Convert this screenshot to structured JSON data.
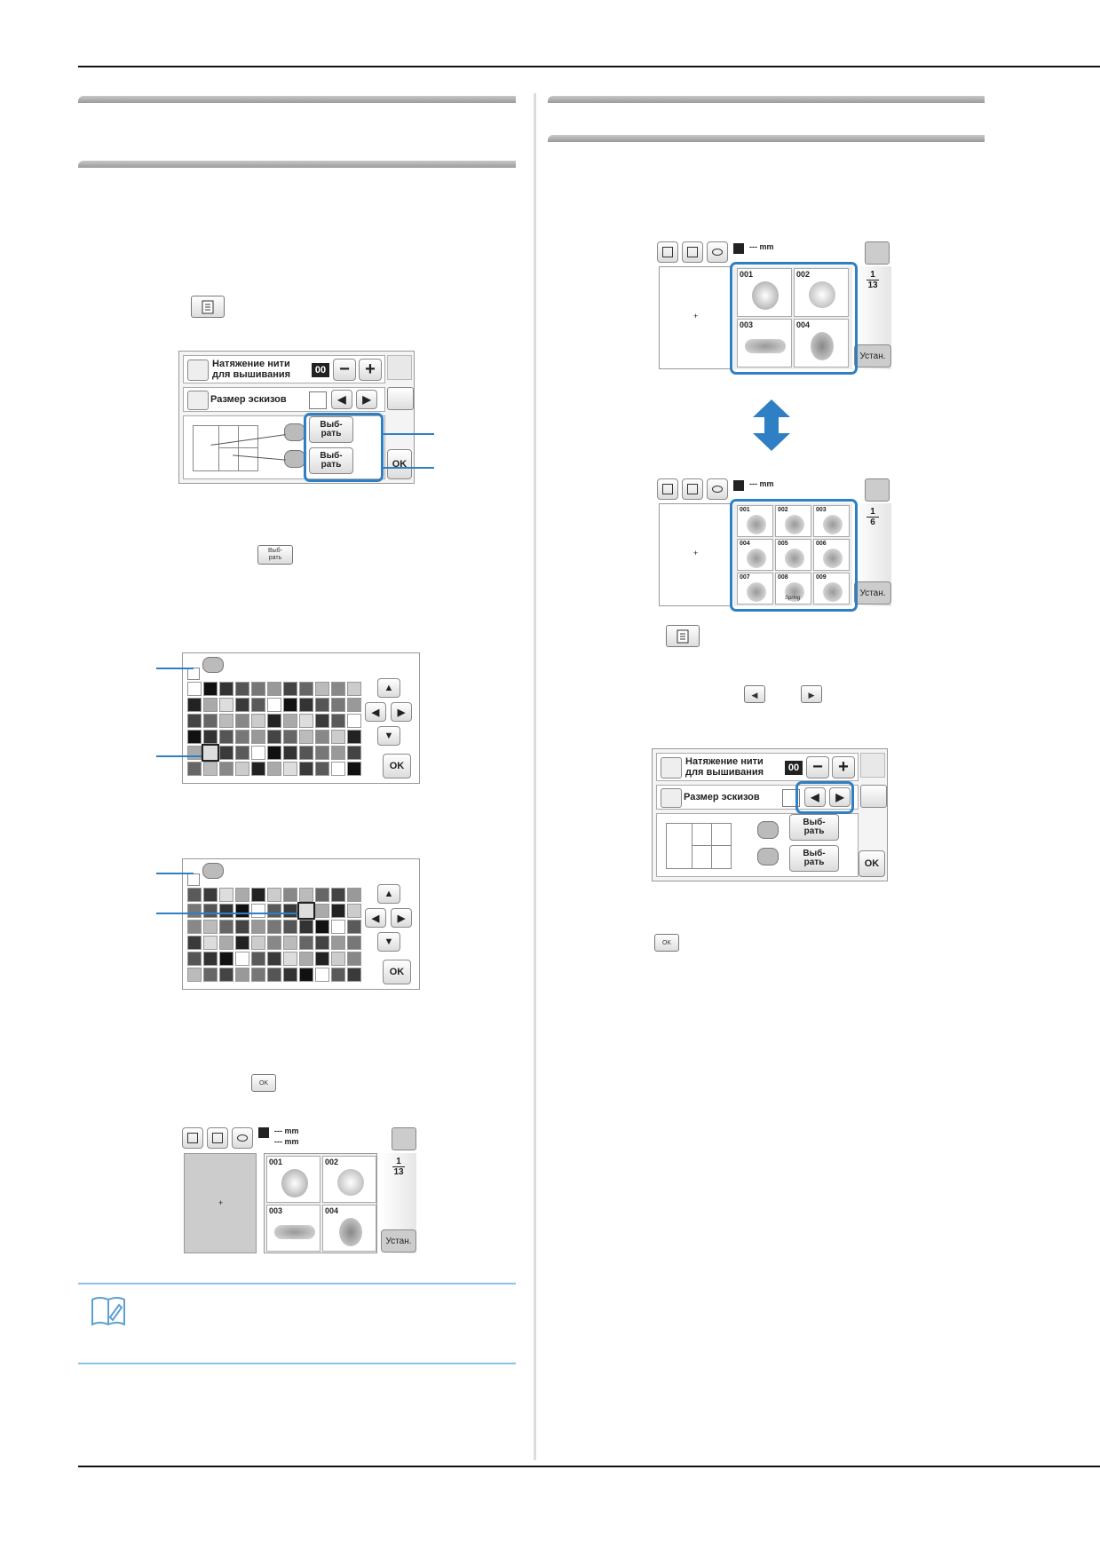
{
  "ui": {
    "tension_label_line1": "Натяжение нити",
    "tension_label_line2": "для вышивания",
    "tension_value": "00",
    "minus": "−",
    "plus": "+",
    "thumb_size_label": "Размер эскизов",
    "select_line1": "Выб-",
    "select_line2": "рать",
    "ok": "OK",
    "ok_small": "OK",
    "set_label": "Устан.",
    "mm": "mm",
    "dashes": "---"
  },
  "grid4": {
    "page": "1",
    "total": "13",
    "items": [
      "001",
      "002",
      "003",
      "004"
    ]
  },
  "grid9": {
    "page": "1",
    "total": "6",
    "items": [
      "001",
      "002",
      "003",
      "004",
      "005",
      "006",
      "007",
      "008",
      "009"
    ],
    "spring": "Spring"
  },
  "colors": {
    "accent": "#2f7fc4",
    "rule": "#111111"
  }
}
